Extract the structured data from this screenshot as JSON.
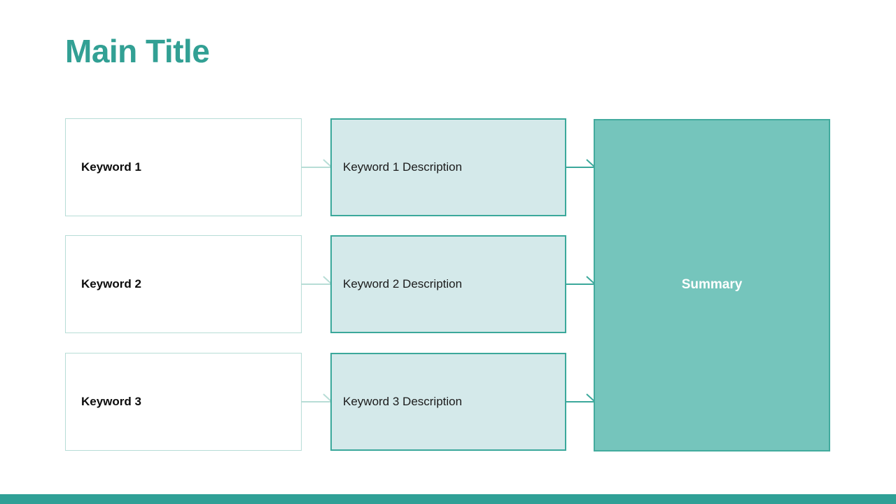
{
  "slide": {
    "title": "Main Title",
    "title_color": "#32a094",
    "background_color": "#ffffff",
    "accent_bar_color": "#2fa096"
  },
  "diagram": {
    "type": "flow",
    "rows": [
      {
        "keyword": "Keyword 1",
        "description": "Keyword 1 Description"
      },
      {
        "keyword": "Keyword 2",
        "description": "Keyword 2 Description"
      },
      {
        "keyword": "Keyword 3",
        "description": "Keyword 3 Description"
      }
    ],
    "summary": {
      "label": "Summary",
      "fill_color": "#75c5bc",
      "border_color": "#43ab9e",
      "text_color": "#ffffff"
    },
    "keyword_box": {
      "fill_color": "#ffffff",
      "border_color": "#b7ddd6",
      "text_color": "#0c0c0c"
    },
    "description_box": {
      "fill_color": "#d4e9ea",
      "border_color": "#3ba89b",
      "text_color": "#1b1b1b"
    },
    "connectors": {
      "keyword_to_description_color": "#b7ddd6",
      "description_to_summary_color": "#3ba89b"
    }
  }
}
